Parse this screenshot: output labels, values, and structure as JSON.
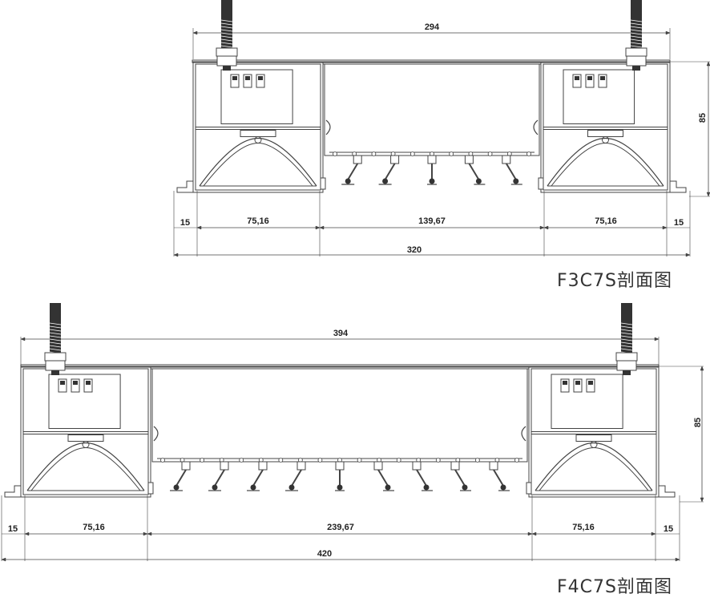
{
  "top_section": {
    "dimensions": {
      "top_width": "294",
      "left_margin": "15",
      "left_module": "75,16",
      "center_channel": "139,67",
      "right_module": "75,16",
      "right_margin": "15",
      "total_width": "320",
      "height": "85"
    },
    "caption": "F3C7S剖面图",
    "fin_count": 5
  },
  "bottom_section": {
    "dimensions": {
      "top_width": "394",
      "left_margin": "15",
      "left_module": "75,16",
      "center_channel": "239,67",
      "right_module": "75,16",
      "right_margin": "15",
      "total_width": "420",
      "height": "85"
    },
    "caption": "F4C7S剖面图",
    "fin_count": 9
  },
  "colors": {
    "line": "#444444",
    "rod": "#333333",
    "text": "#222222"
  }
}
